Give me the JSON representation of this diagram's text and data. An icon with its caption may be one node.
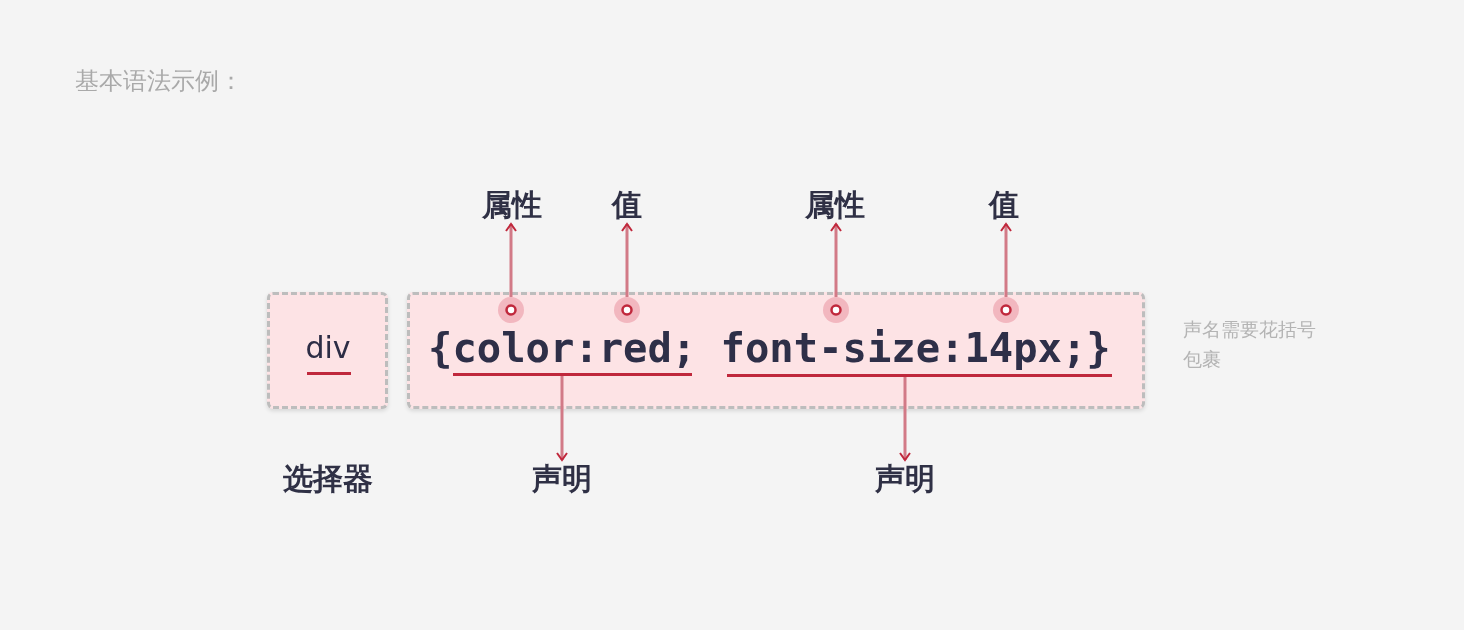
{
  "diagram": {
    "title": "基本语法示例：",
    "nodes": [
      {
        "text": [
          "属性"
        ]
      },
      {
        "text": [
          "值"
        ]
      },
      {
        "text": [
          "属性"
        ]
      },
      {
        "text": [
          "值"
        ]
      },
      {
        "text": [
          "div"
        ],
        "beside": [
          "选择器"
        ]
      },
      {
        "text": [],
        "shape": "bar",
        "in": 4
      },
      {
        "text": [
          "{color:red; font-size:14px;}"
        ]
      },
      {
        "text": [],
        "shape": "circle",
        "in": 6
      },
      {
        "text": [],
        "shape": "circle",
        "in": 6
      },
      {
        "text": [],
        "shape": "circle",
        "in": 6
      },
      {
        "text": [],
        "shape": "circle",
        "in": 6
      },
      {
        "text": [],
        "shape": "bar",
        "in": 6
      },
      {
        "text": [],
        "shape": "bar",
        "in": 6
      },
      {
        "text": [
          "声明"
        ]
      },
      {
        "text": [
          "声明"
        ]
      }
    ],
    "edges": [
      {
        "from": 7,
        "to": 0,
        "arrow": "to"
      },
      {
        "from": 8,
        "to": 1,
        "arrow": "to"
      },
      {
        "from": 9,
        "to": 2,
        "arrow": "to"
      },
      {
        "from": 10,
        "to": 3,
        "arrow": "to"
      },
      {
        "from": 11,
        "to": 13,
        "arrow": "to"
      },
      {
        "from": 12,
        "to": 14,
        "arrow": "to"
      }
    ],
    "labels": [
      "声名需要花括号包裹"
    ]
  }
}
